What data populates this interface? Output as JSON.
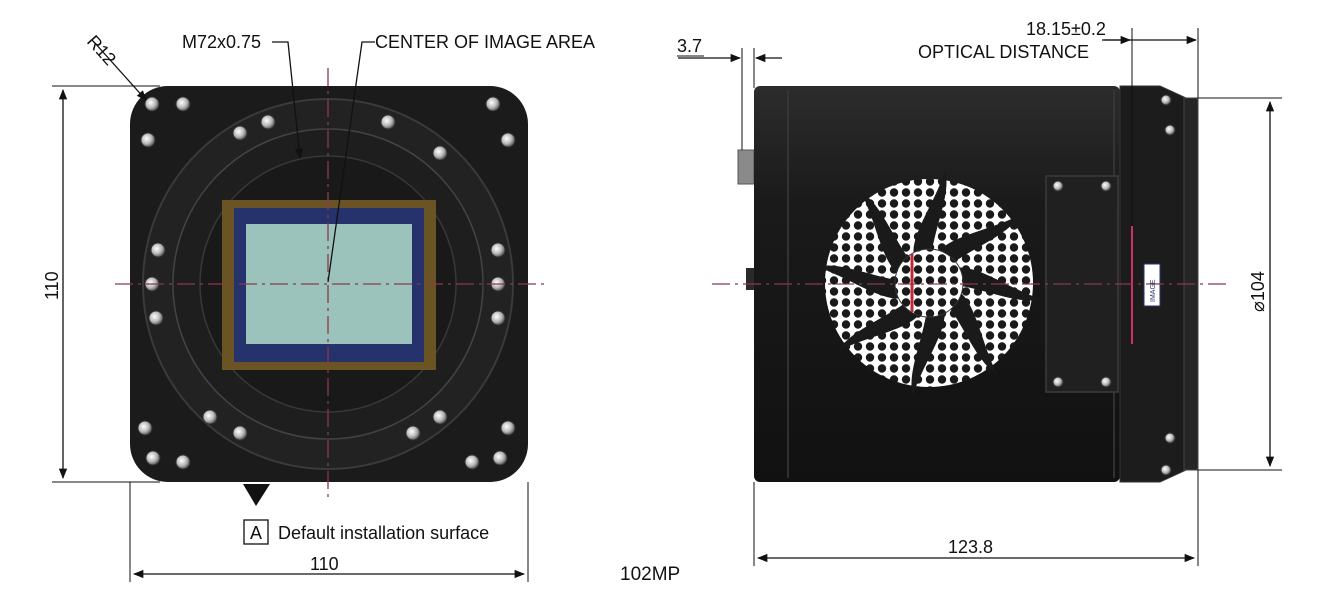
{
  "front_view": {
    "radius_label": "R12",
    "thread_label": "M72x0.75",
    "center_label": "CENTER OF IMAGE AREA",
    "height_label": "110",
    "width_label": "110",
    "datum_letter": "A",
    "datum_caption": "Default installation surface"
  },
  "side_view": {
    "flange_label": "3.7",
    "optical_distance_value": "18.15±0.2",
    "optical_distance_caption": "OPTICAL DISTANCE",
    "diameter_label": "⌀104",
    "length_label": "123.8",
    "logo_text": "IMAGE"
  },
  "model_label": "102MP",
  "colors": {
    "body": "#1a1a1a",
    "sensor": "#9cc3bb",
    "sensor_frame": "#25326b",
    "sensor_mount": "#6b5424",
    "centerline": "#8a3a4a",
    "optical_plane": "#d0306a"
  }
}
